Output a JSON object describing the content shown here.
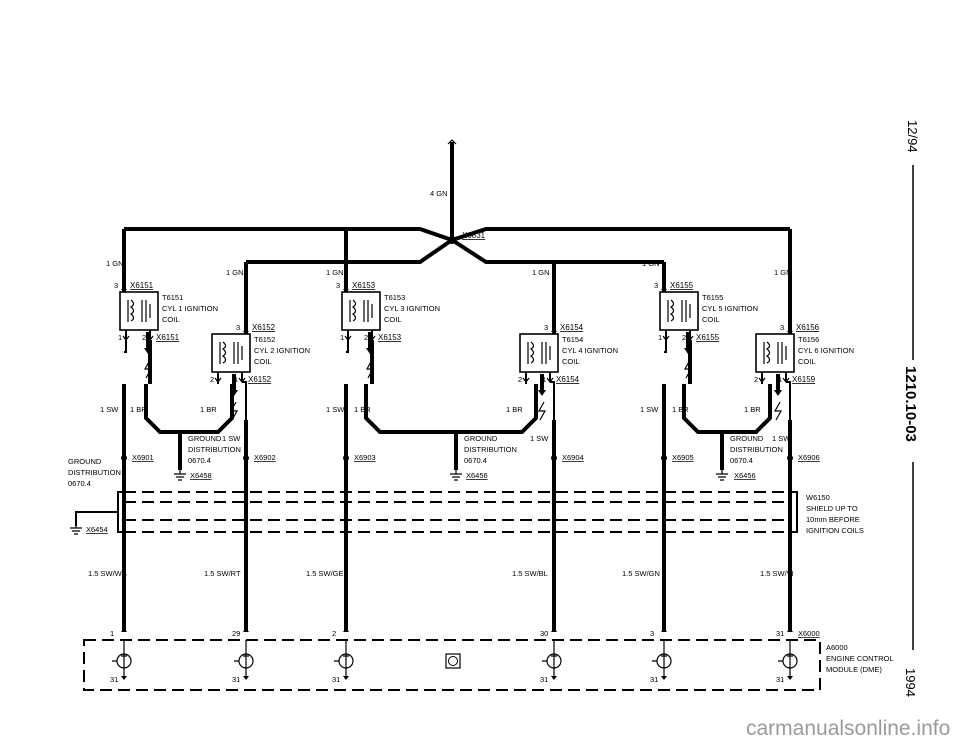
{
  "side": {
    "date": "12/94",
    "code": "1210.10-03",
    "year": "1994"
  },
  "watermark": "carmanualsonline.info",
  "top": {
    "wire": "4 GN",
    "splice": "X6831"
  },
  "coils": [
    {
      "id": "T6151",
      "name": "CYL 1 IGNITION",
      "line2": "COIL",
      "conn": "X6151",
      "conn_b": "X6151",
      "pin_a": "3",
      "pin_b": "1",
      "pin_c": "2",
      "wire": "1 GN"
    },
    {
      "id": "T6152",
      "name": "CYL 2 IGNITION",
      "line2": "COIL",
      "conn": "X6152",
      "conn_b": "X6152",
      "pin_a": "3",
      "pin_b": "2",
      "pin_c": "1",
      "wire": "1 GN"
    },
    {
      "id": "T6153",
      "name": "CYL 3 IGNITION",
      "line2": "COIL",
      "conn": "X6153",
      "conn_b": "X6153",
      "pin_a": "3",
      "pin_b": "1",
      "pin_c": "2",
      "wire": "1 GN"
    },
    {
      "id": "T6154",
      "name": "CYL 4 IGNITION",
      "line2": "COIL",
      "conn": "X6154",
      "conn_b": "X6154",
      "pin_a": "3",
      "pin_b": "2",
      "pin_c": "1",
      "wire": "1 GN"
    },
    {
      "id": "T6155",
      "name": "CYL 5 IGNITION",
      "line2": "COIL",
      "conn": "X6155",
      "conn_b": "X6155",
      "pin_a": "3",
      "pin_b": "1",
      "pin_c": "2",
      "wire": "1 GN"
    },
    {
      "id": "T6156",
      "name": "CYL 6 IGNITION",
      "line2": "COIL",
      "conn": "X6156",
      "conn_b": "X6159",
      "pin_a": "3",
      "pin_b": "2",
      "pin_c": "1",
      "wire": "1 GN"
    }
  ],
  "wires": {
    "sw": "1 SW",
    "br": "1 BR"
  },
  "grounds": [
    {
      "l1": "GROUND",
      "l2": "DISTRIBUTION",
      "l3": "0670.4",
      "ref": "X6458",
      "sw": "1 SW"
    },
    {
      "l1": "GROUND",
      "l2": "DISTRIBUTION",
      "l3": "0670.4",
      "ref": "X6456",
      "sw": "1 SW"
    },
    {
      "l1": "GROUND",
      "l2": "DISTRIBUTION",
      "l3": "0670.4",
      "ref": "X6456",
      "sw": "1 SW"
    }
  ],
  "left_ground": {
    "l1": "GROUND",
    "l2": "DISTRIBUTION",
    "l3": "0670.4",
    "ref": "X6454"
  },
  "splices": [
    "X6901",
    "X6902",
    "X6903",
    "X6904",
    "X6905",
    "X6906"
  ],
  "shield": {
    "id": "W6150",
    "l1": "SHIELD UP TO",
    "l2": "10mm BEFORE",
    "l3": "IGNITION COILS"
  },
  "signals": [
    "1.5 SW/WS",
    "1.5 SW/RT",
    "1.5 SW/GE",
    "1.5 SW/BL",
    "1.5 SW/GN",
    "1.5 SW/VI"
  ],
  "ecm": {
    "conn": "X6000",
    "id": "A6000",
    "l1": "ENGINE CONTROL",
    "l2": "MODULE (DME)",
    "pins": [
      "1",
      "29",
      "2",
      "30",
      "3",
      "31"
    ],
    "ground_pin": "31"
  }
}
